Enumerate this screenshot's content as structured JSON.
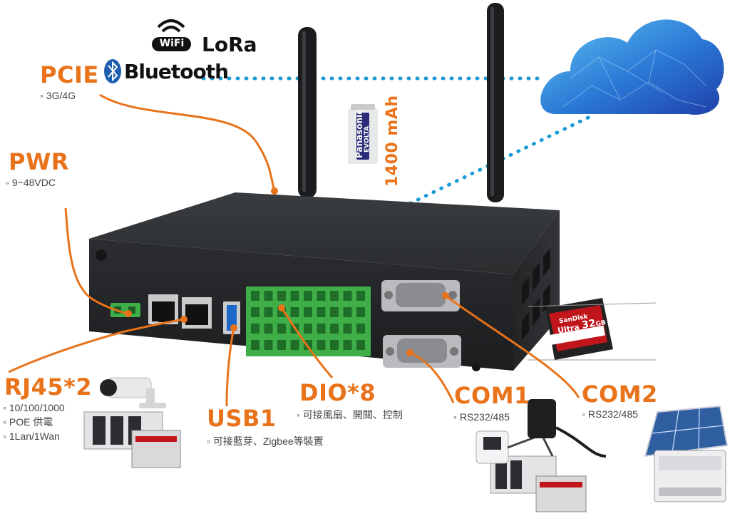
{
  "brands": {
    "wifi": "WiFi",
    "lora": "LoRa",
    "bluetooth": "Bluetooth"
  },
  "battery": {
    "capacity": "1400 mAh",
    "brand": "Panasonic",
    "model": "EVOLTA"
  },
  "sdcard": {
    "brand": "SanDisk",
    "series": "Ultra",
    "capacity": "32",
    "unit": "GB"
  },
  "labels": {
    "pcie": {
      "title": "PCIE",
      "items": [
        "◦ 3G/4G"
      ]
    },
    "pwr": {
      "title": "PWR",
      "items": [
        "◦ 9~48VDC"
      ]
    },
    "rj45": {
      "title": "RJ45*2",
      "items": [
        "◦ 10/100/1000",
        "◦ POE 供電",
        "◦ 1Lan/1Wan"
      ]
    },
    "usb1": {
      "title": "USB1",
      "items": [
        "◦ 可接藍芽、Zigbee等裝置"
      ]
    },
    "dio8": {
      "title": "DIO*8",
      "items": [
        "◦ 可接風扇、開關、控制"
      ]
    },
    "com1": {
      "title": "COM1",
      "items": [
        "◦ RS232/485"
      ]
    },
    "com2": {
      "title": "COM2",
      "items": [
        "◦ RS232/485"
      ]
    }
  },
  "colors": {
    "accent": "#e8731a",
    "link_dots": "#1a9ad6",
    "chassis": "#2a2c2e",
    "terminal": "#3fae49"
  }
}
